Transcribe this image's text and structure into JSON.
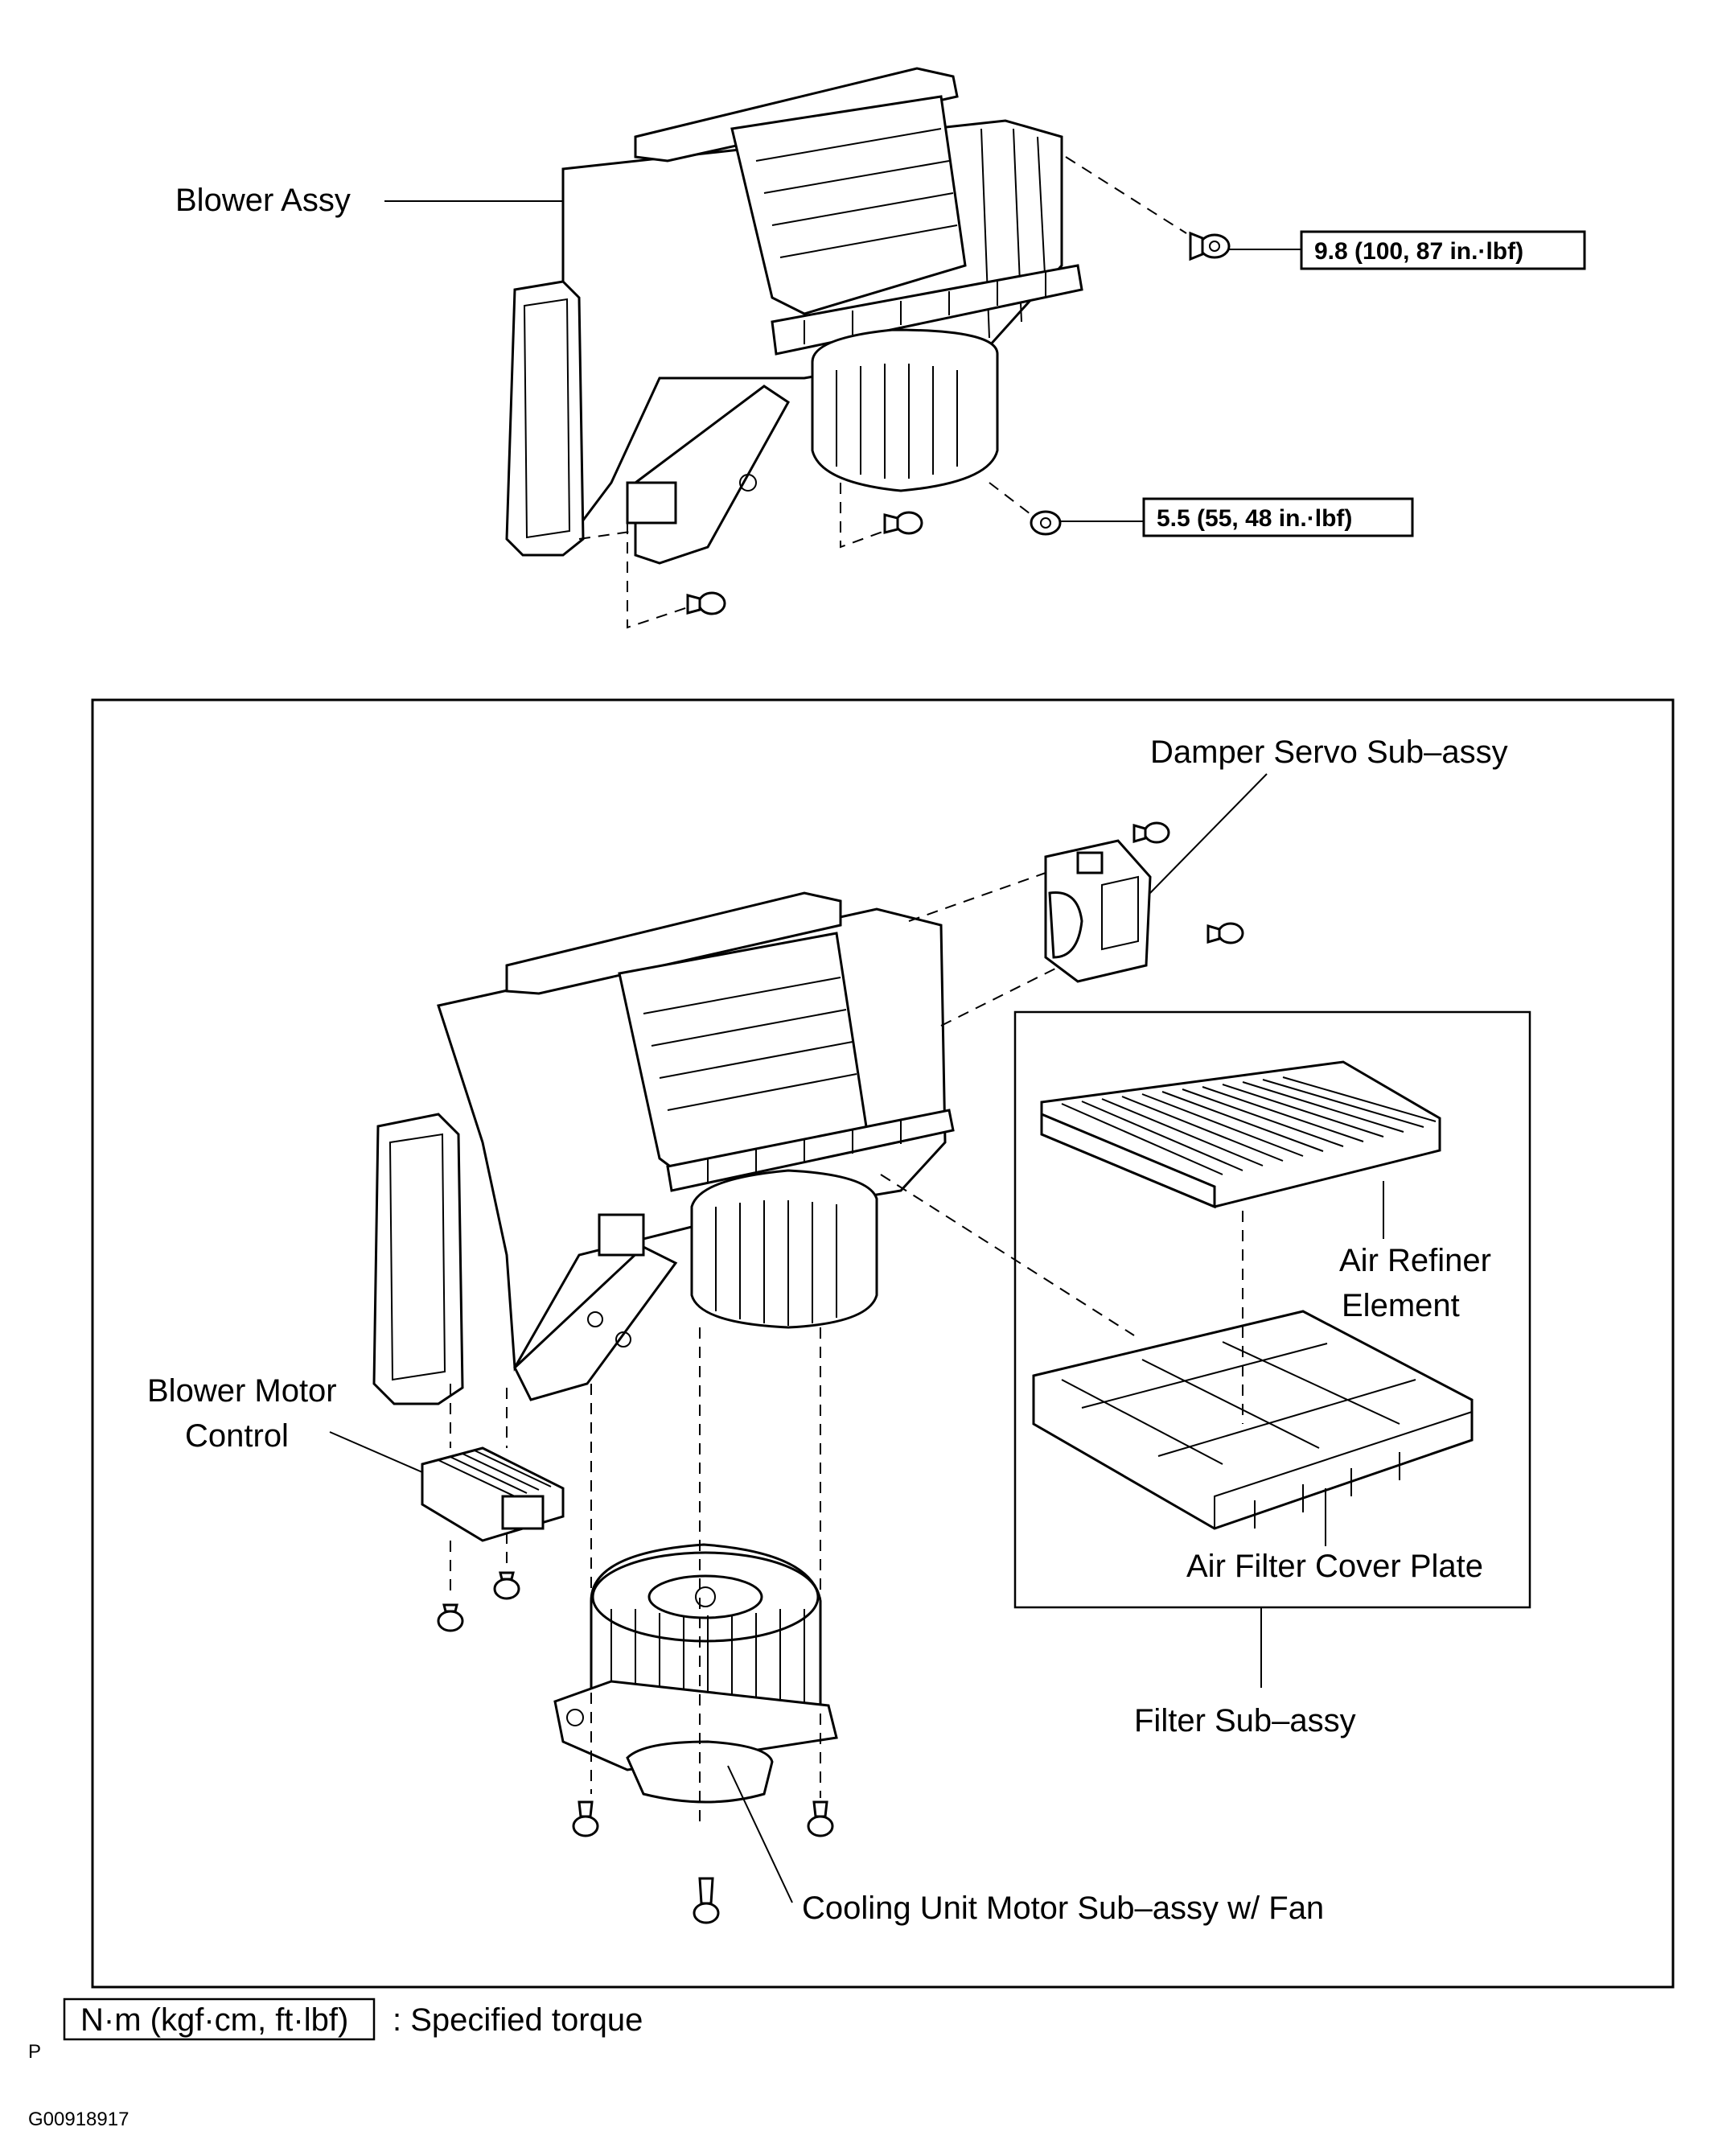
{
  "labels": {
    "blower_assy": "Blower Assy",
    "damper_servo": "Damper Servo Sub–assy",
    "air_refiner_line1": "Air Refiner",
    "air_refiner_line2": "Element",
    "blower_motor_control_line1": "Blower Motor",
    "blower_motor_control_line2": "Control",
    "air_filter_cover_plate": "Air Filter Cover Plate",
    "filter_sub_assy": "Filter Sub–assy",
    "cooling_unit_motor": "Cooling Unit Motor Sub–assy w/ Fan"
  },
  "torques": {
    "upper_bolt": "9.8 (100, 87 in.·lbf)",
    "lower_bolt": "5.5 (55, 48 in.·lbf)"
  },
  "legend": {
    "box_text": "N·m (kgf·cm, ft·lbf)",
    "description": ": Specified torque"
  },
  "footer": {
    "code_letter": "P",
    "figure_id": "G00918917"
  }
}
